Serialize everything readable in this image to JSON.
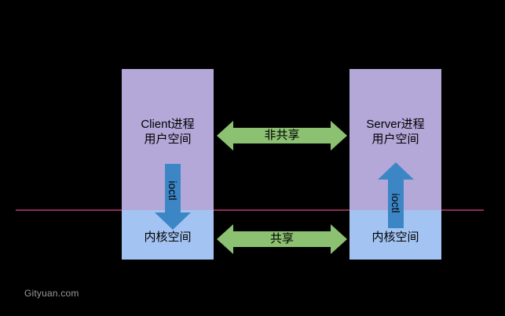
{
  "diagram": {
    "background_color": "#000000",
    "boundary_line": {
      "name": "user-kernel-boundary",
      "color": "#8d2b55"
    },
    "processes": [
      {
        "id": "client",
        "user_space": {
          "title": "Client进程",
          "subtitle": "用户空间",
          "color": "#b3a8d8"
        },
        "kernel_space": {
          "title": "内核空间",
          "color": "#a3c4f3"
        },
        "syscall_arrow": {
          "label": "ioctl",
          "direction": "down",
          "color": "#3d86c6"
        }
      },
      {
        "id": "server",
        "user_space": {
          "title": "Server进程",
          "subtitle": "用户空间",
          "color": "#b3a8d8"
        },
        "kernel_space": {
          "title": "内核空间",
          "color": "#a3c4f3"
        },
        "syscall_arrow": {
          "label": "ioctl",
          "direction": "up",
          "color": "#3d86c6"
        }
      }
    ],
    "connections": [
      {
        "id": "user-space-link",
        "label": "非共享",
        "color": "#8cc172",
        "direction": "bidirectional"
      },
      {
        "id": "kernel-space-link",
        "label": "共享",
        "color": "#8cc172",
        "direction": "bidirectional"
      }
    ],
    "watermark": {
      "text": "Gityuan.com",
      "color": "#9a9a9a"
    }
  }
}
